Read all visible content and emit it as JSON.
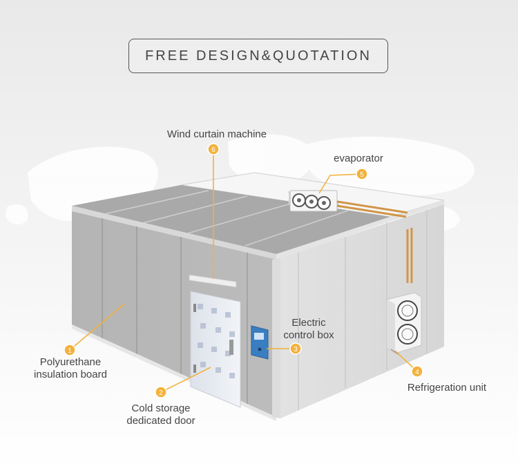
{
  "banner": {
    "title": "FREE DESIGN&QUOTATION"
  },
  "callouts": [
    {
      "number": "1",
      "lines": [
        "Polyurethane",
        "insulation board"
      ]
    },
    {
      "number": "2",
      "lines": [
        "Cold storage",
        "dedicated door"
      ]
    },
    {
      "number": "3",
      "lines": [
        "Electric",
        "control box"
      ]
    },
    {
      "number": "4",
      "lines": [
        "Refrigeration unit"
      ]
    },
    {
      "number": "5",
      "lines": [
        "evaporator"
      ]
    },
    {
      "number": "6",
      "lines": [
        "Wind curtain machine"
      ]
    }
  ],
  "colors": {
    "callout_accent": "#f2b23c",
    "panel": "#b9b9b9",
    "control_box": "#3a7ec2"
  }
}
